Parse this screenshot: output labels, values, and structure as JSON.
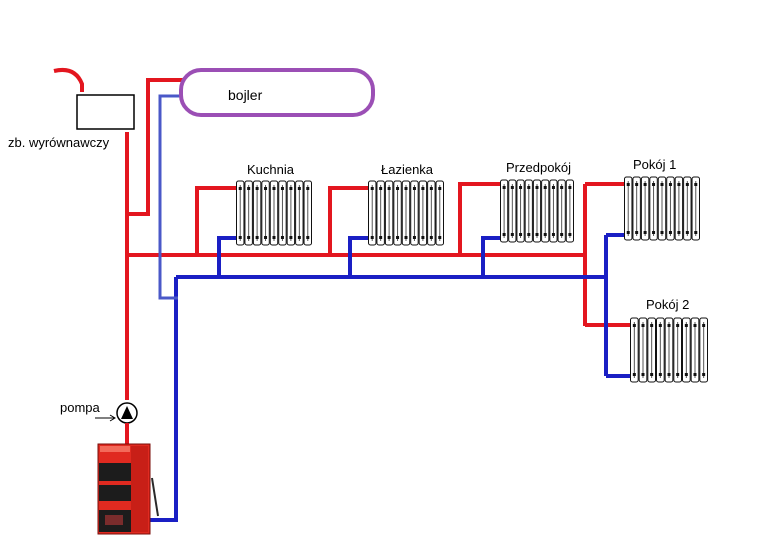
{
  "labels": {
    "bojler": "bojler",
    "expansion_tank": "zb. wyrównawczy",
    "pump": "pompa",
    "kuchnia": "Kuchnia",
    "lazienka": "Łazienka",
    "przedpokoj": "Przedpokój",
    "pokoj1": "Pokój 1",
    "pokoj2": "Pokój 2"
  },
  "colors": {
    "supply_pipe": "#e3161f",
    "return_pipe": "#1a1fc4",
    "return_pipe_thin": "#4a58c8",
    "boiler_tank_outline": "#9b4fb5",
    "boiler_body": "#e02a20",
    "radiator_stroke": "#111111"
  },
  "icons": {
    "pump": "pump-circle-triangle-icon",
    "boiler": "solid-fuel-boiler-icon",
    "radiator": "radiator-icon"
  }
}
